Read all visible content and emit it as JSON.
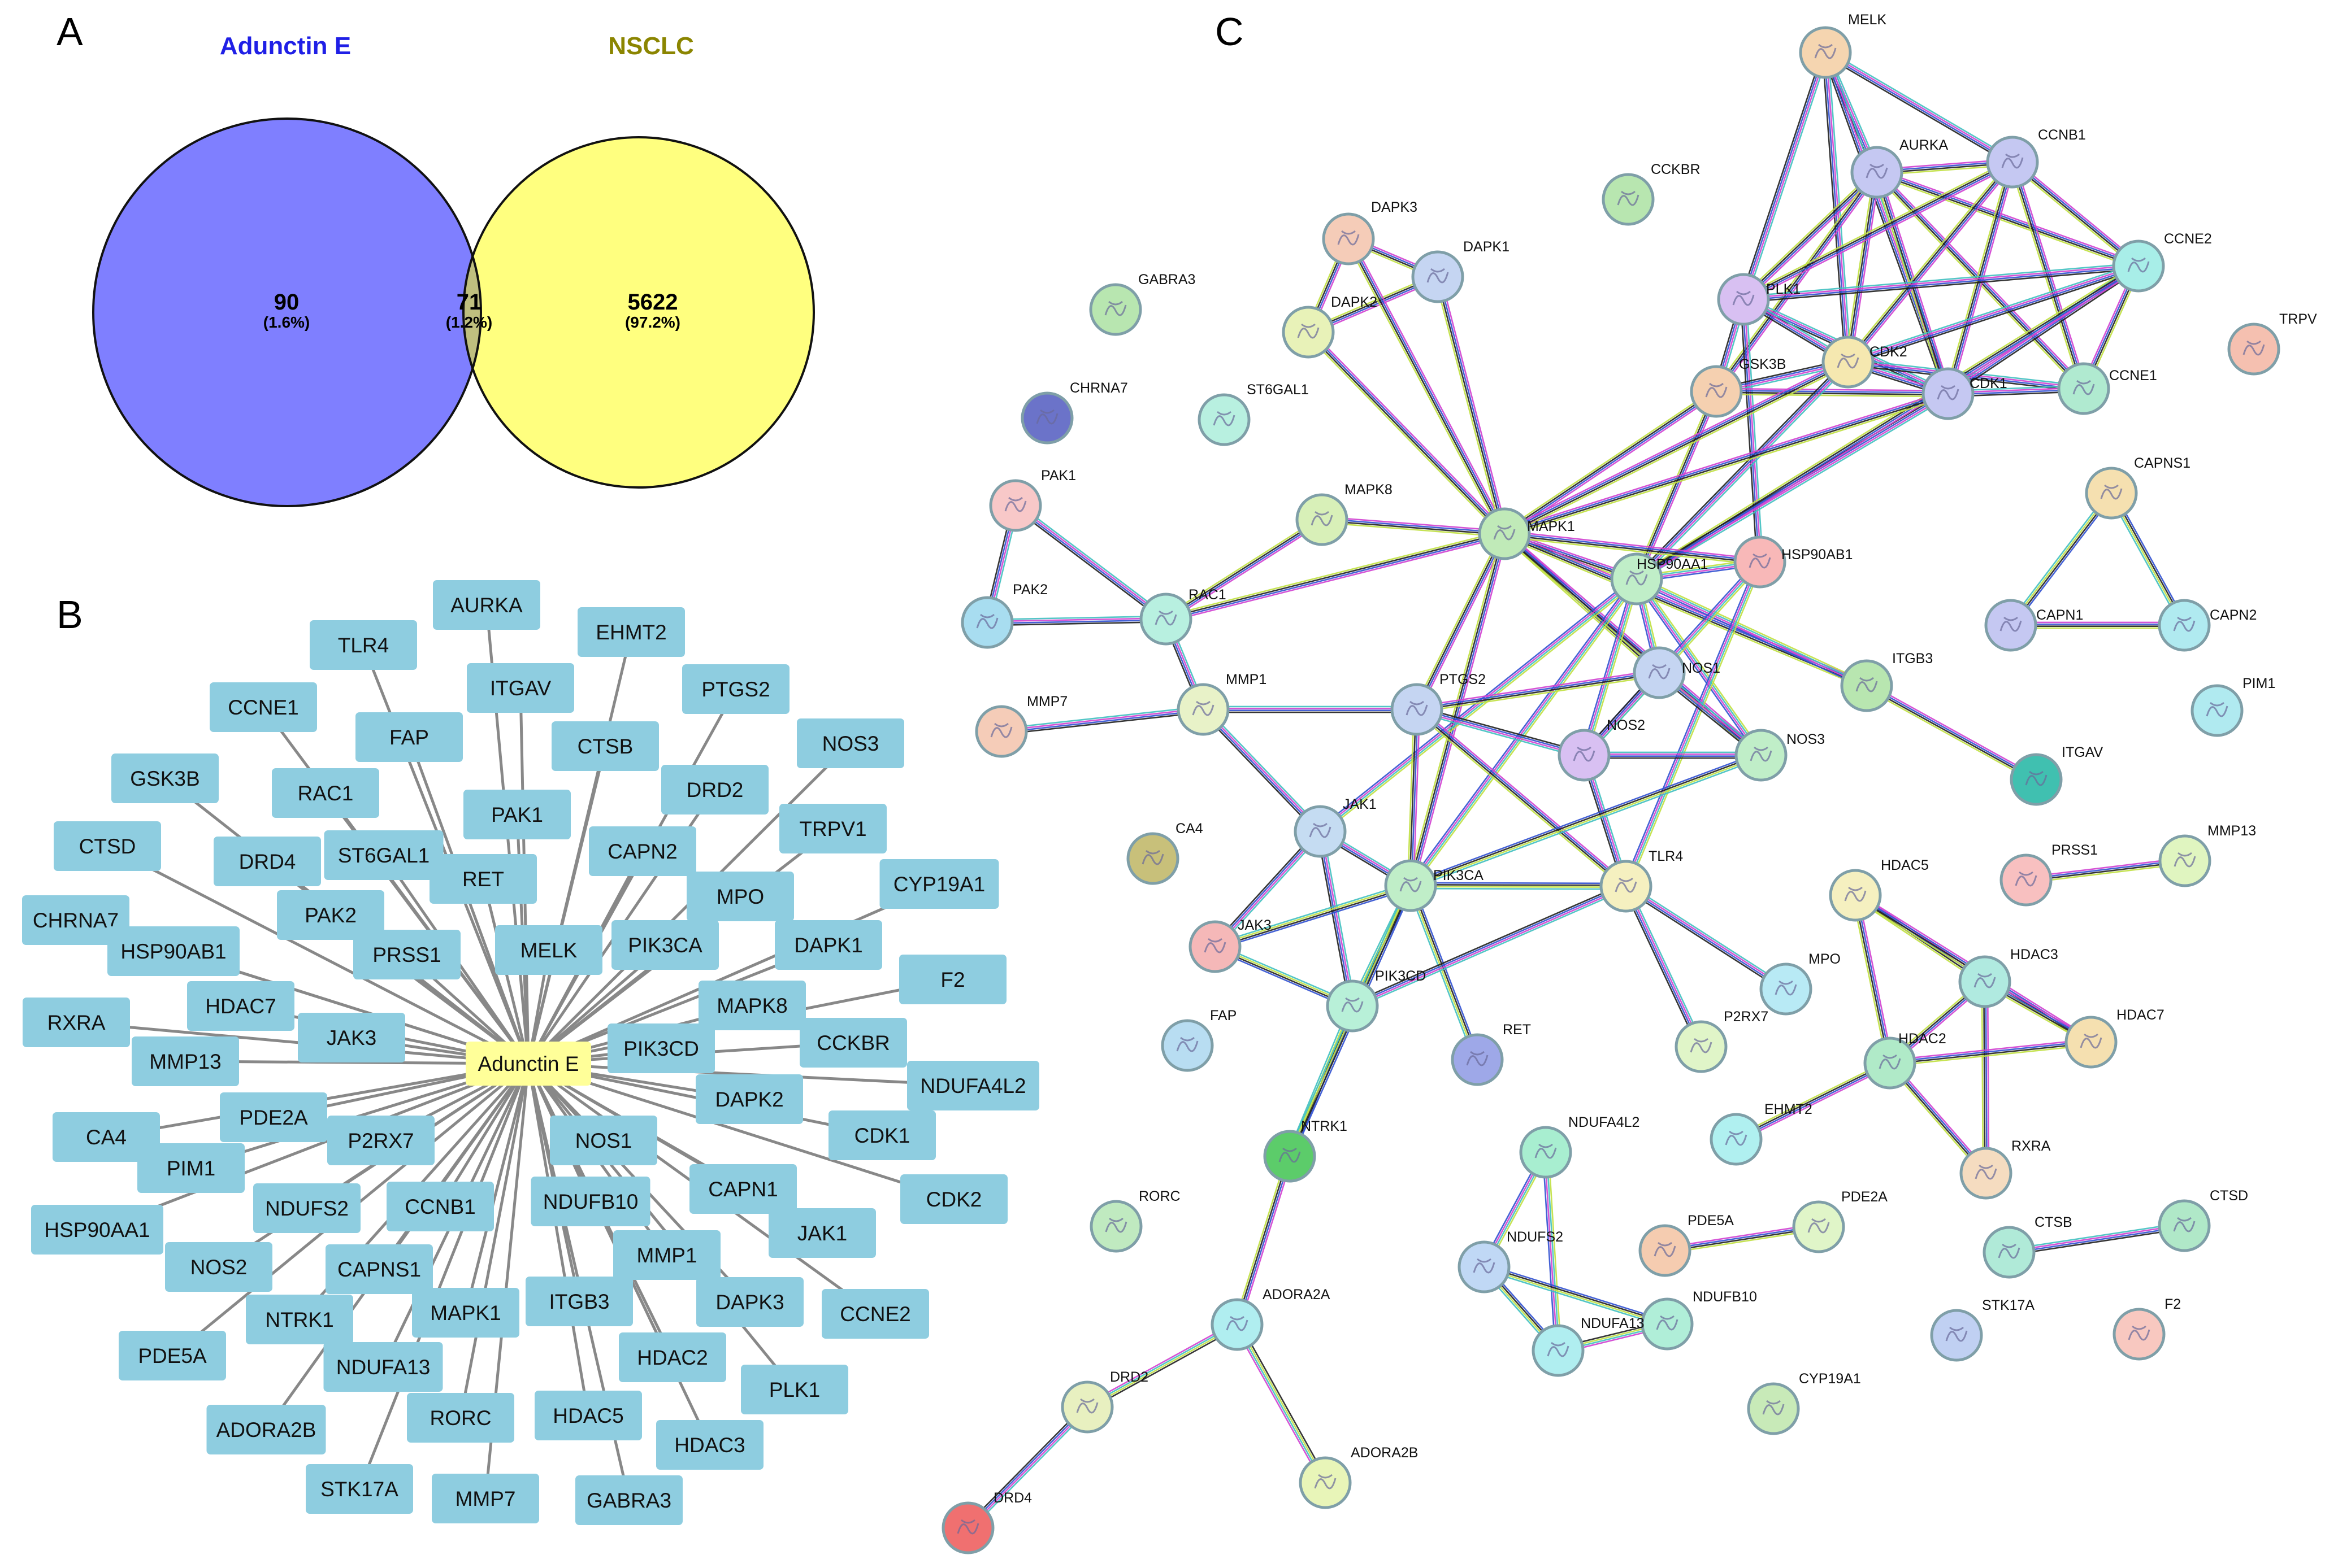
{
  "panel_a": {
    "letter": "A",
    "set1": {
      "name": "Adunctin E",
      "count": "90",
      "pct": "(1.6%)",
      "color": "#7f7fff",
      "title_color": "#1f1fe6"
    },
    "set2": {
      "name": "NSCLC",
      "count": "5622",
      "pct": "(97.2%)",
      "color": "#ffff7f",
      "title_color": "#8b8500"
    },
    "overlap": {
      "count": "71",
      "pct": "(1.2%)",
      "color": "#bfbf7f"
    }
  },
  "panel_b": {
    "letter": "B",
    "center": "Adunctin E",
    "center_color": "#ffff99",
    "node_color": "#8ecde0",
    "nodes": [
      "AURKA",
      "TLR4",
      "EHMT2",
      "ITGAV",
      "CCNE1",
      "PTGS2",
      "FAP",
      "CTSB",
      "NOS3",
      "GSK3B",
      "RAC1",
      "DRD2",
      "PAK1",
      "CTSD",
      "DRD4",
      "ST6GAL1",
      "CAPN2",
      "TRPV1",
      "RET",
      "MPO",
      "CYP19A1",
      "CHRNA7",
      "PAK2",
      "HSP90AB1",
      "PRSS1",
      "MELK",
      "PIK3CA",
      "DAPK1",
      "F2",
      "RXRA",
      "HDAC7",
      "MAPK8",
      "MMP13",
      "JAK3",
      "PIK3CD",
      "CCKBR",
      "NDUFA4L2",
      "PDE2A",
      "CA4",
      "P2RX7",
      "DAPK2",
      "PIM1",
      "NOS1",
      "CDK1",
      "HSP90AA1",
      "NDUFS2",
      "CCNB1",
      "NDUFB10",
      "CAPN1",
      "CDK2",
      "NOS2",
      "CAPNS1",
      "MMP1",
      "JAK1",
      "NTRK1",
      "MAPK1",
      "ITGB3",
      "DAPK3",
      "CCNE2",
      "PDE5A",
      "NDUFA13",
      "HDAC2",
      "PLK1",
      "ADORA2B",
      "RORC",
      "HDAC5",
      "HDAC3",
      "STK17A",
      "MMP7",
      "GABRA3"
    ]
  },
  "panel_c": {
    "letter": "C",
    "nodes": [
      {
        "name": "MELK",
        "color": "#f5d5b0"
      },
      {
        "name": "AURKA",
        "color": "#c5c8f2"
      },
      {
        "name": "CCNB1",
        "color": "#c5c8f2"
      },
      {
        "name": "CCKBR",
        "color": "#b8e6b0"
      },
      {
        "name": "DAPK3",
        "color": "#f5ccb8"
      },
      {
        "name": "DAPK1",
        "color": "#c5d5f2"
      },
      {
        "name": "DAPK2",
        "color": "#e8f2b8"
      },
      {
        "name": "PLK1",
        "color": "#d8c0f2"
      },
      {
        "name": "CCNE2",
        "color": "#a8eee8"
      },
      {
        "name": "GABRA3",
        "color": "#b8e6b0"
      },
      {
        "name": "CDK2",
        "color": "#f5e8b0"
      },
      {
        "name": "CDK1",
        "color": "#c5c8f2"
      },
      {
        "name": "CCNE1",
        "color": "#b0ead0"
      },
      {
        "name": "GSK3B",
        "color": "#f5d0b0"
      },
      {
        "name": "TRPV",
        "color": "#f5c0b0"
      },
      {
        "name": "CHRNA7",
        "color": "#6b73c9"
      },
      {
        "name": "ST6GAL1",
        "color": "#b8f0e0"
      },
      {
        "name": "CAPNS1",
        "color": "#f5e0b0"
      },
      {
        "name": "PAK1",
        "color": "#f8c8c8"
      },
      {
        "name": "MAPK8",
        "color": "#d8f0b8"
      },
      {
        "name": "MAPK1",
        "color": "#c0eab8"
      },
      {
        "name": "HSP90AB1",
        "color": "#f8b8b8"
      },
      {
        "name": "HSP90AA1",
        "color": "#c0eec8"
      },
      {
        "name": "PAK2",
        "color": "#a8ddf0"
      },
      {
        "name": "RAC1",
        "color": "#b8f0e0"
      },
      {
        "name": "CAPN1",
        "color": "#c5c8f2"
      },
      {
        "name": "CAPN2",
        "color": "#b0eaf0"
      },
      {
        "name": "NOS1",
        "color": "#c5d5f2"
      },
      {
        "name": "ITGB3",
        "color": "#b8e6b0"
      },
      {
        "name": "PIM1",
        "color": "#b0eaf0"
      },
      {
        "name": "MMP1",
        "color": "#e8f2c8"
      },
      {
        "name": "MMP7",
        "color": "#f5ccb8"
      },
      {
        "name": "PTGS2",
        "color": "#c5d5f2"
      },
      {
        "name": "NOS2",
        "color": "#d8c0f2"
      },
      {
        "name": "NOS3",
        "color": "#c0eec8"
      },
      {
        "name": "ITGAV",
        "color": "#40c0b0"
      },
      {
        "name": "JAK1",
        "color": "#c5dcf2"
      },
      {
        "name": "CA4",
        "color": "#c8c07a"
      },
      {
        "name": "PIK3CA",
        "color": "#c0eec8"
      },
      {
        "name": "TLR4",
        "color": "#f5f0c0"
      },
      {
        "name": "HDAC5",
        "color": "#f5f0c0"
      },
      {
        "name": "PRSS1",
        "color": "#f8c0c0"
      },
      {
        "name": "MMP13",
        "color": "#e0f5c0"
      },
      {
        "name": "JAK3",
        "color": "#f5b8b8"
      },
      {
        "name": "HDAC3",
        "color": "#b0eae0"
      },
      {
        "name": "MPO",
        "color": "#b8eaf5"
      },
      {
        "name": "FAP",
        "color": "#b8ddf2"
      },
      {
        "name": "PIK3CD",
        "color": "#b8f0d8"
      },
      {
        "name": "RET",
        "color": "#9ea8e8"
      },
      {
        "name": "P2RX7",
        "color": "#e0f5c8"
      },
      {
        "name": "HDAC7",
        "color": "#f5e0b0"
      },
      {
        "name": "HDAC2",
        "color": "#b0eac8"
      },
      {
        "name": "EHMT2",
        "color": "#b0f0f0"
      },
      {
        "name": "NTRK1",
        "color": "#5ccc6a"
      },
      {
        "name": "NDUFA4L2",
        "color": "#a8eed0"
      },
      {
        "name": "RXRA",
        "color": "#f5dcc0"
      },
      {
        "name": "RORC",
        "color": "#c0eac0"
      },
      {
        "name": "PDE5A",
        "color": "#f5ccb0"
      },
      {
        "name": "PDE2A",
        "color": "#e0f5c8"
      },
      {
        "name": "NDUFS2",
        "color": "#c0d8f5"
      },
      {
        "name": "NDUFB10",
        "color": "#b0eed8"
      },
      {
        "name": "CTSB",
        "color": "#b0ead8"
      },
      {
        "name": "CTSD",
        "color": "#b0e8c8"
      },
      {
        "name": "STK17A",
        "color": "#c0d0f2"
      },
      {
        "name": "F2",
        "color": "#f8c8c0"
      },
      {
        "name": "NDUFA13",
        "color": "#b0eef0"
      },
      {
        "name": "ADORA2A",
        "color": "#b0eef0"
      },
      {
        "name": "DRD2",
        "color": "#e8f0c0"
      },
      {
        "name": "CYP19A1",
        "color": "#c8eab8"
      },
      {
        "name": "ADORA2B",
        "color": "#e8f5b8"
      },
      {
        "name": "DRD4",
        "color": "#f07070"
      }
    ]
  }
}
